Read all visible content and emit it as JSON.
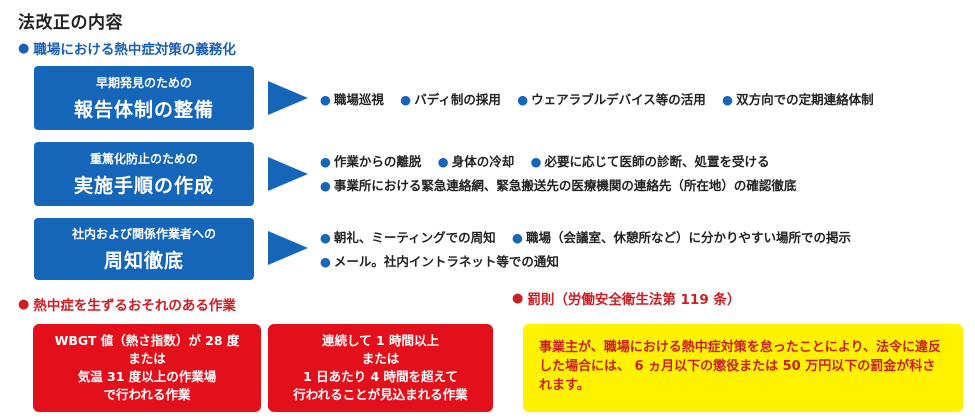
{
  "title": "法改正の内容",
  "section_duty": {
    "bullet": "●",
    "label": "職場における熱中症対策の義務化"
  },
  "steps": [
    {
      "sub": "早期発見のための",
      "main": "報告体制の整備"
    },
    {
      "sub": "重篤化防止のための",
      "main": "実施手順の作成"
    },
    {
      "sub": "社内および関係作業者への",
      "main": "周知徹底"
    }
  ],
  "step_items": {
    "row1": [
      "職場巡視",
      "バディ制の採用",
      "ウェアラブルデバイス等の活用",
      "双方向での定期連絡体制"
    ],
    "row2a": [
      "作業からの離脱",
      "身体の冷却",
      "必要に応じて医師の診断、処置を受ける"
    ],
    "row2b": [
      "事業所における緊急連絡網、緊急搬送先の医療機関の連絡先（所在地）の確認徹底"
    ],
    "row3a": [
      "朝礼、ミーティングでの周知",
      "職場（会議室、休憩所など）に分かりやすい場所での掲示"
    ],
    "row3b": [
      "メール。社内イントラネット等での通知"
    ]
  },
  "section_risk": {
    "bullet": "●",
    "label": "熱中症を生ずるおそれのある作業"
  },
  "risk_box_1": [
    "WBGT 値（熱さ指数）が 28 度",
    "または",
    "気温 31 度以上の作業場",
    "で行われる作業"
  ],
  "risk_box_2": [
    "連続して 1 時間以上",
    "または",
    "1 日あたり 4 時間を超えて",
    "行われることが見込まれる作業"
  ],
  "section_penalty": {
    "bullet": "●",
    "label": "罰則（労働安全衛生法第 119 条）"
  },
  "penalty_text": "事業主が、職場における熱中症対策を怠ったことにより、法令に違反した場合には、 6 ヵ月以下の懲役または 50 万円以下の罰金が科されます。",
  "colors": {
    "blue": "#1565b9",
    "red": "#e3101c",
    "yellow": "#fff200",
    "red_text": "#cc1f24"
  }
}
